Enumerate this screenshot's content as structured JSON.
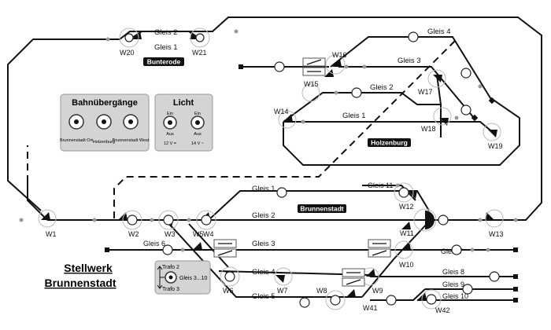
{
  "title": {
    "line1": "Stellwerk",
    "line2": "Brunnenstadt"
  },
  "stations": {
    "bunterode": "Bunterode",
    "holzenburg": "Holzenburg",
    "brunnenstadt": "Brunnenstadt"
  },
  "tracks": {
    "bunterode_gleis2": "Gleis 2",
    "bunterode_gleis1": "Gleis 1",
    "holz_gleis4": "Gleis 4",
    "holz_gleis3": "Gleis 3",
    "holz_gleis2": "Gleis 2",
    "holz_gleis1": "Gleis 1",
    "brunn_gleis11": "Gleis 11",
    "brunn_gleis1": "Gleis 1",
    "brunn_gleis2": "Gleis 2",
    "brunn_gleis3": "Gleis 3",
    "brunn_gleis4": "Gleis 4",
    "brunn_gleis5": "Gleis 5",
    "brunn_gleis6": "Gleis 6",
    "brunn_gleis7": "Gleis 7",
    "brunn_gleis8": "Gleis 8",
    "brunn_gleis9": "Gleis 9",
    "brunn_gleis10": "Gleis 10"
  },
  "switches": {
    "w1": "W1",
    "w2": "W2",
    "w3": "W3",
    "w4": "W4",
    "w5": "W5",
    "w6": "W6",
    "w7": "W7",
    "w8": "W8",
    "w9": "W9",
    "w10": "W10",
    "w11": "W11",
    "w12": "W12",
    "w13": "W13",
    "w14": "W14",
    "w15": "W15",
    "w16": "W16",
    "w17": "W17",
    "w18": "W18",
    "w19": "W19",
    "w20": "W20",
    "w21": "W21",
    "w41": "W41",
    "w42": "W42"
  },
  "crossings_panel": {
    "title": "Bahnübergänge",
    "knob1": "Brunnenstadt Ort",
    "knob2": "Holzenburg",
    "knob3": "Brunnenstadt West"
  },
  "light_panel": {
    "title": "Licht",
    "on1": "Ein",
    "off1": "Aus",
    "volt1": "12 V =",
    "on2": "Ein",
    "off2": "Aus",
    "volt2": "14 V ~"
  },
  "trafo_panel": {
    "trafo2": "Trafo 2",
    "trafo3": "Trafo 3",
    "tracks": "Gleis 3...10"
  }
}
